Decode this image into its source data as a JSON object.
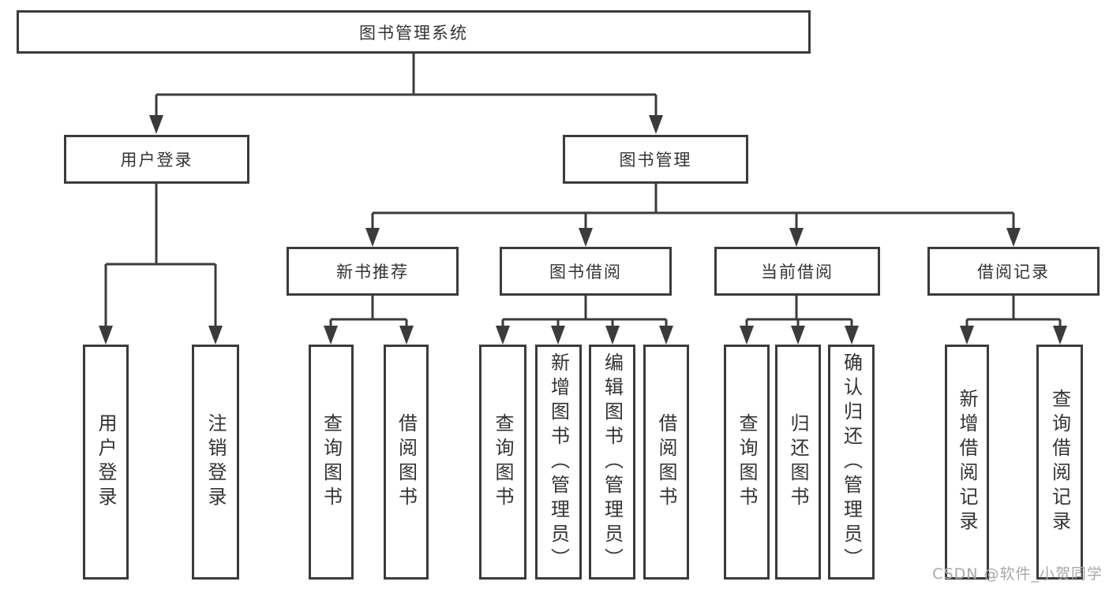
{
  "diagram_title": "图书管理系统",
  "tree": {
    "label": "图书管理系统",
    "children": [
      {
        "label": "用户登录",
        "children": [
          {
            "label": "用户登录"
          },
          {
            "label": "注销登录"
          }
        ]
      },
      {
        "label": "图书管理",
        "children": [
          {
            "label": "新书推荐",
            "children": [
              {
                "label": "查询图书"
              },
              {
                "label": "借阅图书"
              }
            ]
          },
          {
            "label": "图书借阅",
            "children": [
              {
                "label": "查询图书"
              },
              {
                "label": "新增图书（管理员）"
              },
              {
                "label": "编辑图书（管理员）"
              },
              {
                "label": "借阅图书"
              }
            ]
          },
          {
            "label": "当前借阅",
            "children": [
              {
                "label": "查询图书"
              },
              {
                "label": "归还图书"
              },
              {
                "label": "确认归还（管理员）"
              }
            ]
          },
          {
            "label": "借阅记录",
            "children": [
              {
                "label": "新增借阅记录"
              },
              {
                "label": "查询借阅记录"
              }
            ]
          }
        ]
      }
    ]
  },
  "watermark": {
    "text": "CSDN @软件_小贺同学",
    "color": "#a8a8a8"
  },
  "colors": {
    "line": "#3b3b3b",
    "box_border": "#3b3b3b",
    "box_background": "#ffffff",
    "text": "#333333",
    "page_background": "#ffffff"
  }
}
